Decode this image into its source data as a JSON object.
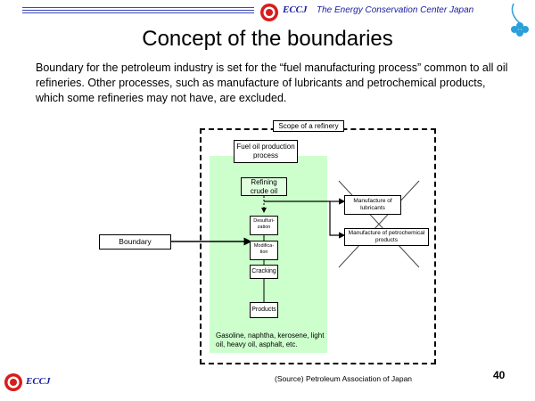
{
  "header": {
    "logo_text": "ECCJ",
    "org_name": "The Energy Conservation Center Japan"
  },
  "title": "Concept of the boundaries",
  "body_text": "Boundary for the petroleum industry is set for the “fuel manufacturing process” common to all oil refineries. Other processes, such as manufacture of lubricants and petrochemical products, which some refineries may not have, are excluded.",
  "diagram": {
    "scope_label": "Scope of a refinery",
    "fuel_process_label": "Fuel oil production process",
    "refining_label": "Refining crude oil",
    "desulfurization_label": "Desulfuri-zation",
    "modification_label": "Modifica-tion",
    "cracking_label": "Cracking",
    "products_label": "Products",
    "boundary_label": "Boundary",
    "lubricants_label": "Manufacture of lubricants",
    "petrochem_label": "Manufacture of petrochemical products",
    "products_note": "Gasoline, naphtha, kerosene, light oil, heavy oil, asphalt, etc."
  },
  "source": "(Source) Petroleum Association of Japan",
  "page_number": "40",
  "footer": {
    "logo_text": "ECCJ"
  }
}
